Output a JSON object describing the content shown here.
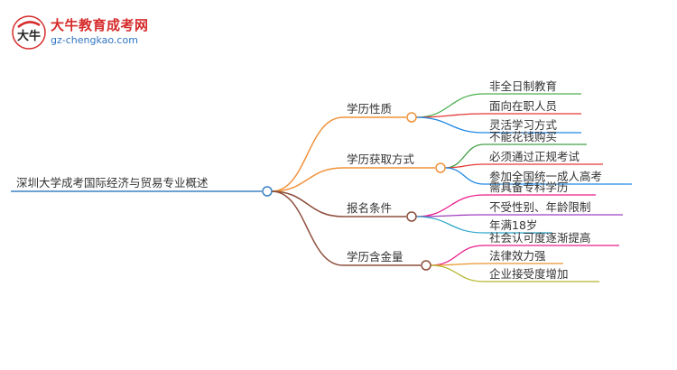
{
  "logo": {
    "title": "大牛教育成考网",
    "site": "gz-chengkao.com",
    "mark_text": "大牛"
  },
  "mindmap": {
    "root": "深圳大学成考国际经济与贸易专业概述",
    "branches": [
      {
        "label": "学历性质",
        "color": "#f0923a",
        "leaves": [
          {
            "text": "非全日制教育",
            "color": "#4caf50"
          },
          {
            "text": "面向在职人员",
            "color": "#e53935"
          },
          {
            "text": "灵活学习方式",
            "color": "#1e88e5"
          }
        ]
      },
      {
        "label": "学历获取方式",
        "color": "#f0923a",
        "leaves": [
          {
            "text": "不能花钱购买",
            "color": "#43a047"
          },
          {
            "text": "必须通过正规考试",
            "color": "#e53935"
          },
          {
            "text": "参加全国统一成人高考",
            "color": "#1e88e5"
          }
        ]
      },
      {
        "label": "报名条件",
        "color": "#8d4e3c",
        "leaves": [
          {
            "text": "需具备专科学历",
            "color": "#e91e8c"
          },
          {
            "text": "不受性别、年龄限制",
            "color": "#a040c0"
          },
          {
            "text": "年满18岁",
            "color": "#2fa7c9"
          }
        ]
      },
      {
        "label": "学历含金量",
        "color": "#8d4e3c",
        "leaves": [
          {
            "text": "社会认可度逐渐提高",
            "color": "#e91e8c"
          },
          {
            "text": "法律效力强",
            "color": "#e8962f"
          },
          {
            "text": "企业接受度增加",
            "color": "#b5b52a"
          }
        ]
      }
    ]
  }
}
